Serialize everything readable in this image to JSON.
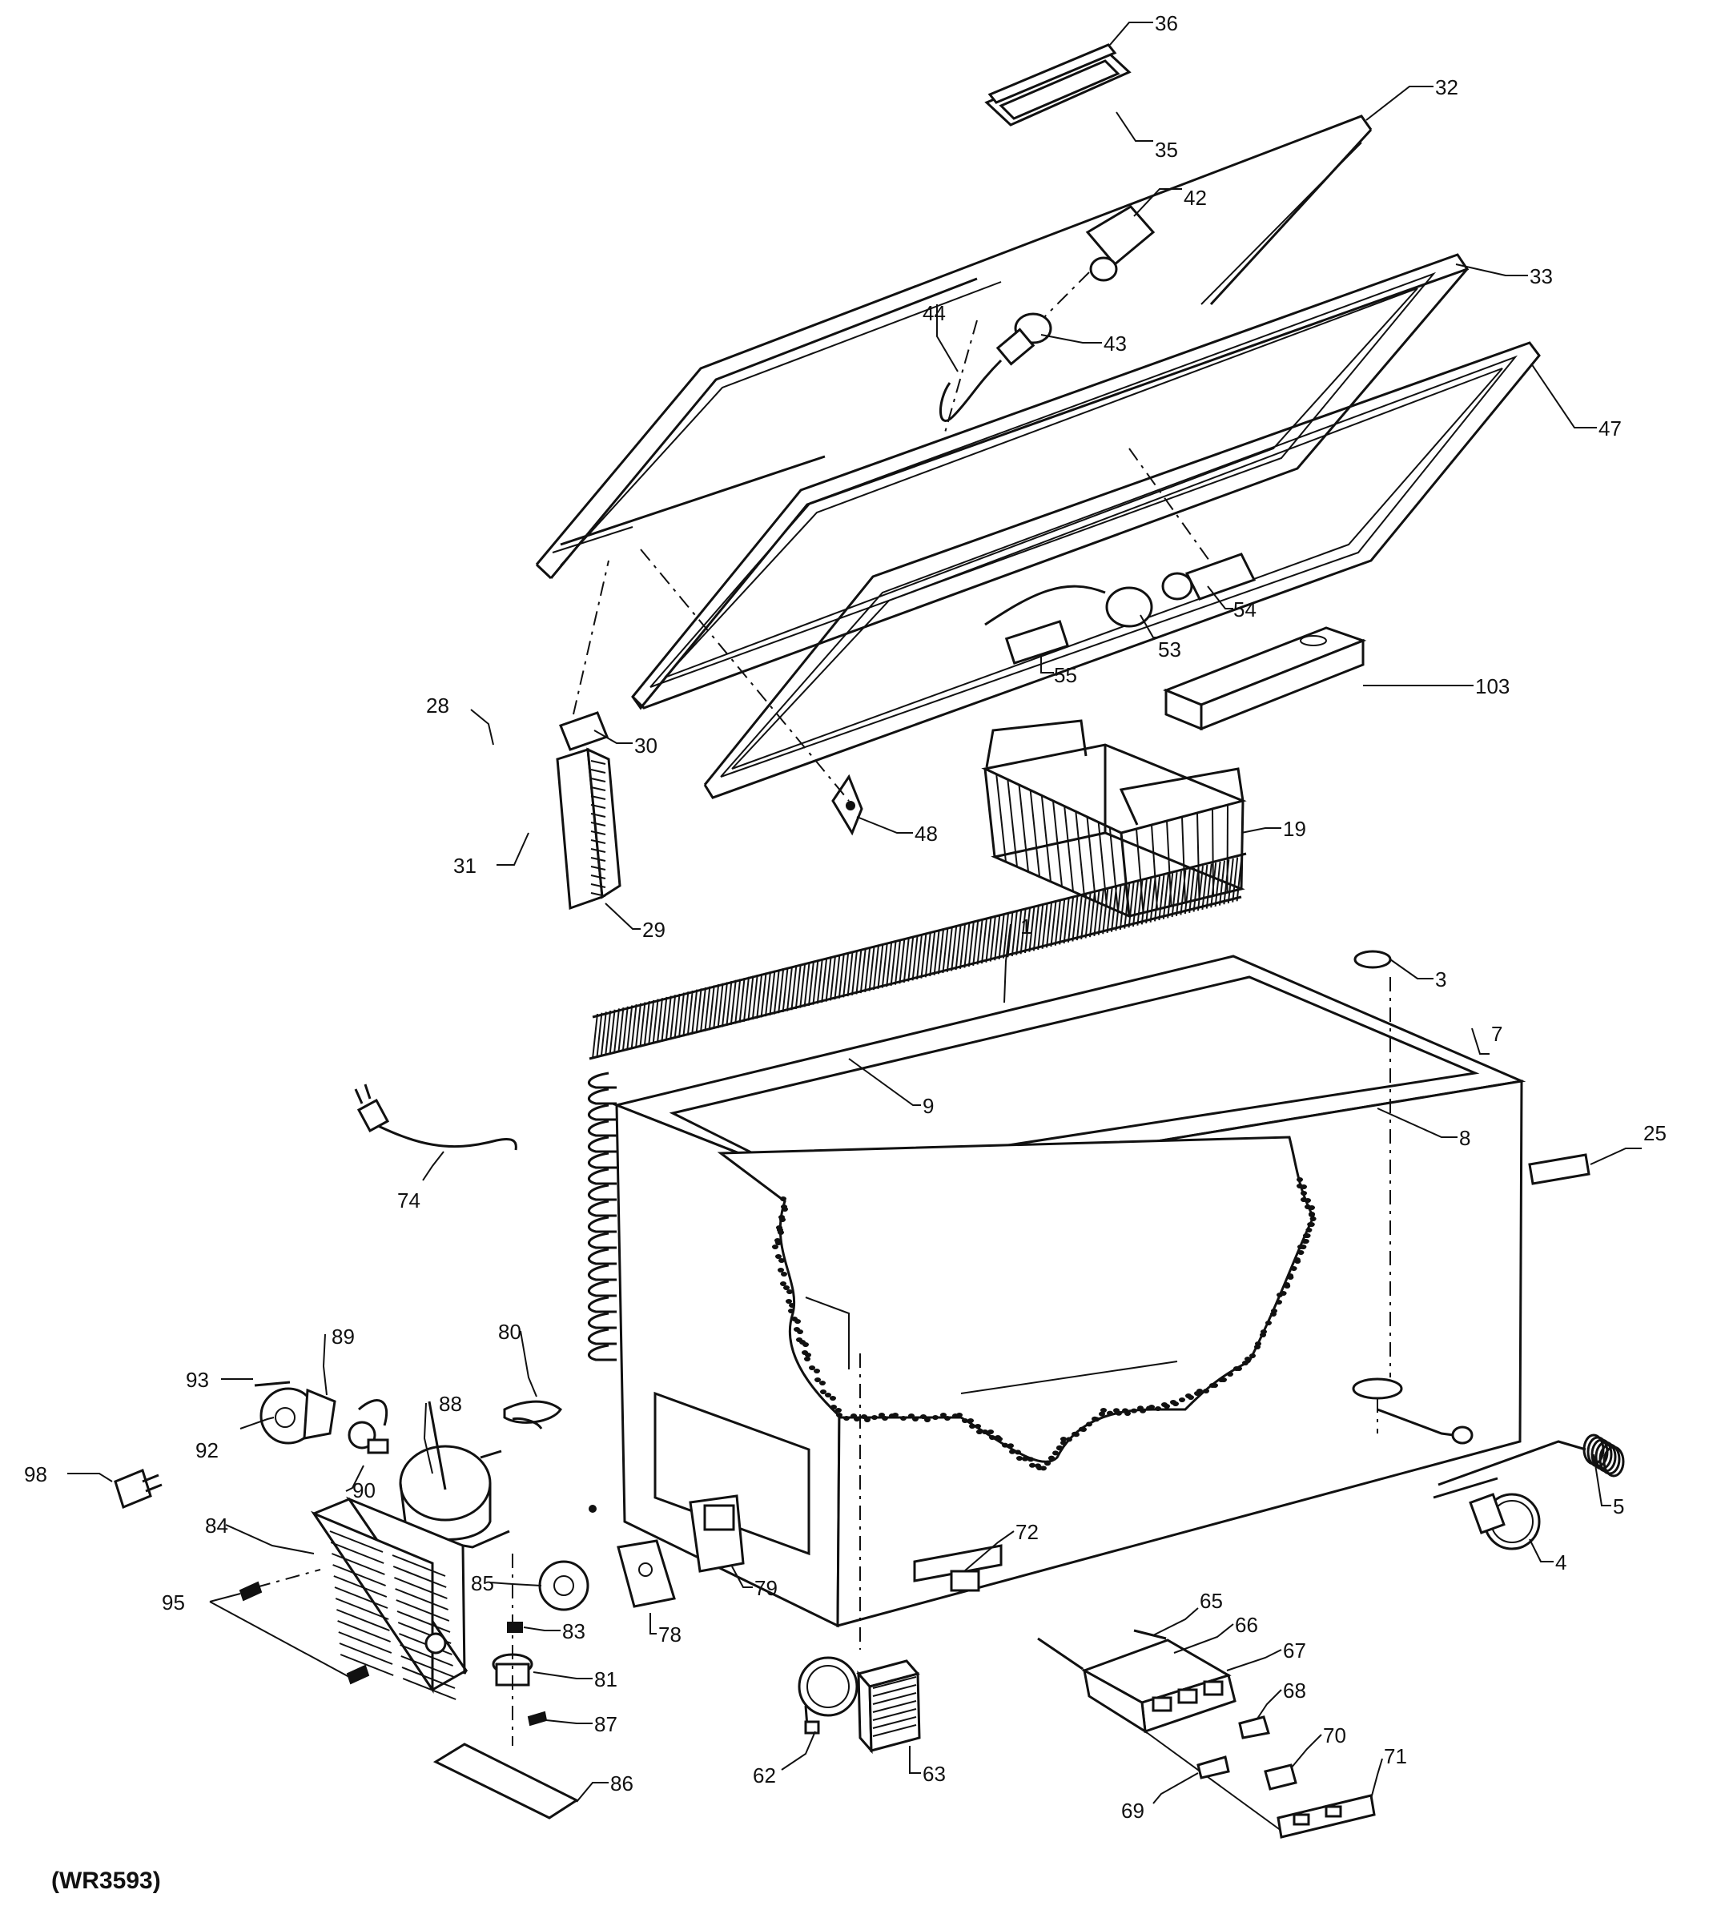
{
  "diagram": {
    "catalog_code": "(WR3593)",
    "callouts": [
      {
        "id": "36",
        "text": "36"
      },
      {
        "id": "32",
        "text": "32"
      },
      {
        "id": "35",
        "text": "35"
      },
      {
        "id": "42",
        "text": "42"
      },
      {
        "id": "33",
        "text": "33"
      },
      {
        "id": "44",
        "text": "44"
      },
      {
        "id": "43",
        "text": "43"
      },
      {
        "id": "47",
        "text": "47"
      },
      {
        "id": "54",
        "text": "54"
      },
      {
        "id": "53",
        "text": "53"
      },
      {
        "id": "55",
        "text": "55"
      },
      {
        "id": "103",
        "text": "103"
      },
      {
        "id": "28",
        "text": "28"
      },
      {
        "id": "30",
        "text": "30"
      },
      {
        "id": "31",
        "text": "31"
      },
      {
        "id": "29",
        "text": "29"
      },
      {
        "id": "48",
        "text": "48"
      },
      {
        "id": "19",
        "text": "19"
      },
      {
        "id": "1",
        "text": "1"
      },
      {
        "id": "3",
        "text": "3"
      },
      {
        "id": "7",
        "text": "7"
      },
      {
        "id": "9",
        "text": "9"
      },
      {
        "id": "8",
        "text": "8"
      },
      {
        "id": "25",
        "text": "25"
      },
      {
        "id": "74",
        "text": "74"
      },
      {
        "id": "89",
        "text": "89"
      },
      {
        "id": "93",
        "text": "93"
      },
      {
        "id": "80",
        "text": "80"
      },
      {
        "id": "88",
        "text": "88"
      },
      {
        "id": "92",
        "text": "92"
      },
      {
        "id": "90",
        "text": "90"
      },
      {
        "id": "98",
        "text": "98"
      },
      {
        "id": "84",
        "text": "84"
      },
      {
        "id": "85",
        "text": "85"
      },
      {
        "id": "95",
        "text": "95"
      },
      {
        "id": "83",
        "text": "83"
      },
      {
        "id": "78",
        "text": "78"
      },
      {
        "id": "79",
        "text": "79"
      },
      {
        "id": "72",
        "text": "72"
      },
      {
        "id": "5",
        "text": "5"
      },
      {
        "id": "4",
        "text": "4"
      },
      {
        "id": "81",
        "text": "81"
      },
      {
        "id": "87",
        "text": "87"
      },
      {
        "id": "86",
        "text": "86"
      },
      {
        "id": "65",
        "text": "65"
      },
      {
        "id": "66",
        "text": "66"
      },
      {
        "id": "67",
        "text": "67"
      },
      {
        "id": "68",
        "text": "68"
      },
      {
        "id": "70",
        "text": "70"
      },
      {
        "id": "62",
        "text": "62"
      },
      {
        "id": "63",
        "text": "63"
      },
      {
        "id": "69",
        "text": "69"
      },
      {
        "id": "71",
        "text": "71"
      }
    ]
  }
}
